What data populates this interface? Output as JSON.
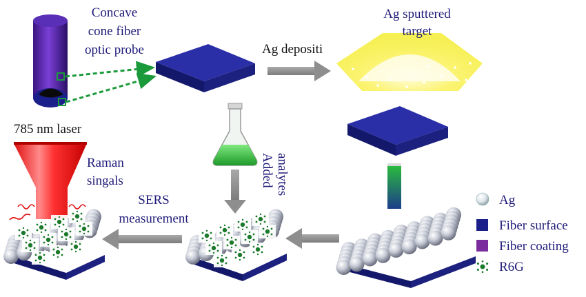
{
  "labels": {
    "probe": [
      "Concave",
      "cone fiber",
      "optic probe"
    ],
    "deposition": "Ag depositi",
    "target": [
      "Ag sputtered",
      "target"
    ],
    "laser": "785 nm laser",
    "raman": [
      "Raman",
      "singals"
    ],
    "sers": [
      "SERS",
      "measurement"
    ],
    "analytes": [
      "Added",
      "analytes"
    ]
  },
  "legend": [
    {
      "label": "Ag",
      "icon": "silver-sphere-icon",
      "color": "#c9ccd6"
    },
    {
      "label": "Fiber surface",
      "icon": "blue-square-icon",
      "color": "#1b1f8a"
    },
    {
      "label": "Fiber coating",
      "icon": "purple-square-icon",
      "color": "#7a2c9e"
    },
    {
      "label": "R6G",
      "icon": "green-molecule-icon",
      "color": "#1a7a2a"
    }
  ],
  "colors": {
    "fiber_surface": "#1b1f8a",
    "fiber_coating": "#7a2c9e",
    "silver": "#c9ccd6",
    "r6g": "#1a7a2a",
    "laser": "#e01010",
    "sputter": "#f3ec2a",
    "arrow": "#8e8e8e",
    "dashed_arrow": "#1a9a3a",
    "label_text": "#1f1a78"
  }
}
